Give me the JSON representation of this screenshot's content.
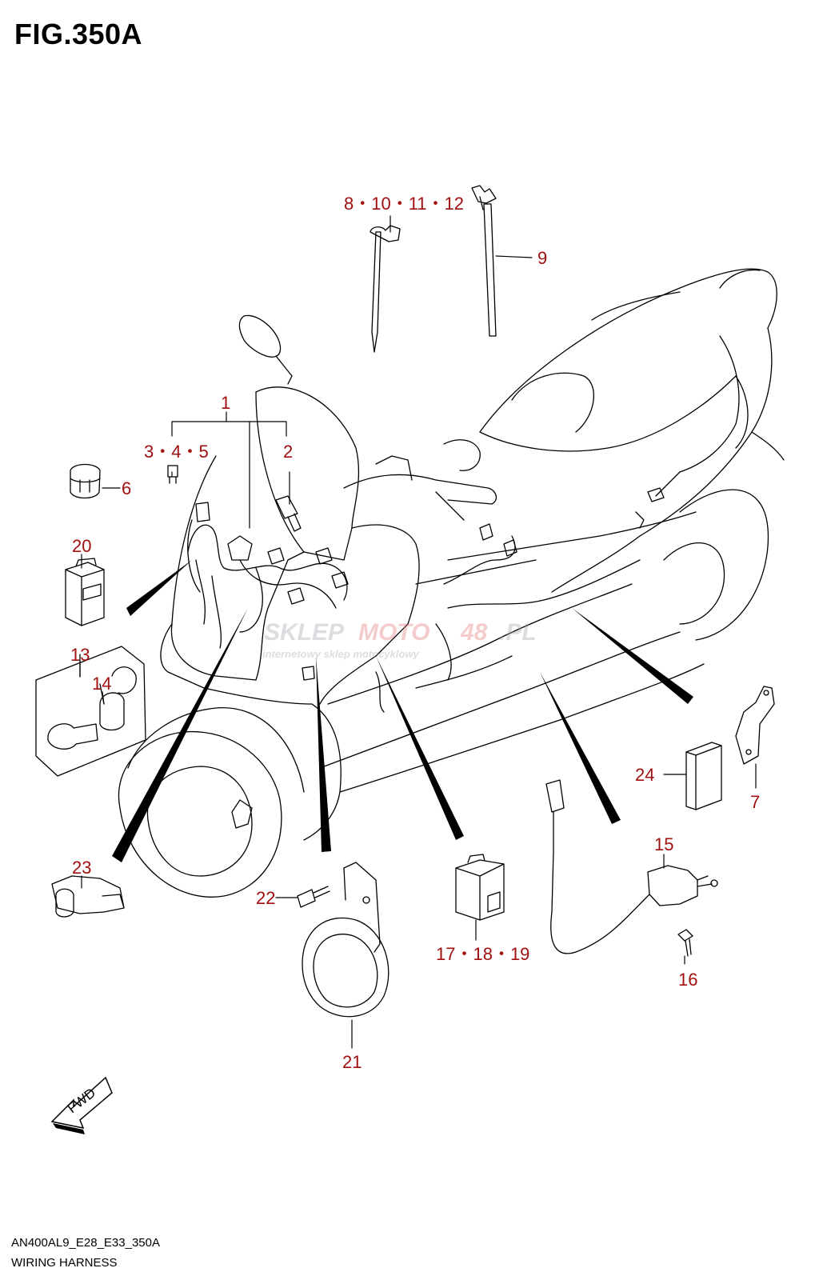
{
  "figure": {
    "title": "FIG.350A",
    "code": "AN400AL9_E28_E33_350A",
    "caption": "WIRING HARNESS"
  },
  "watermark": {
    "brand_a": "SKLEP",
    "brand_b": "MOTO",
    "brand_c": "48",
    "brand_d": ".PL",
    "tagline": "internetowy sklep motocyklowy"
  },
  "fwd_label": "FWD",
  "callouts": {
    "p1": "1",
    "p2": "2",
    "p345": "3・4・5",
    "p6": "6",
    "p7": "7",
    "p8": "8・10・11・12",
    "p9": "9",
    "p13": "13",
    "p14": "14",
    "p15": "15",
    "p16": "16",
    "p17": "17・18・19",
    "p20": "20",
    "p21": "21",
    "p22": "22",
    "p23": "23",
    "p24": "24"
  },
  "colors": {
    "callout": "#a01010",
    "line": "#000000"
  }
}
